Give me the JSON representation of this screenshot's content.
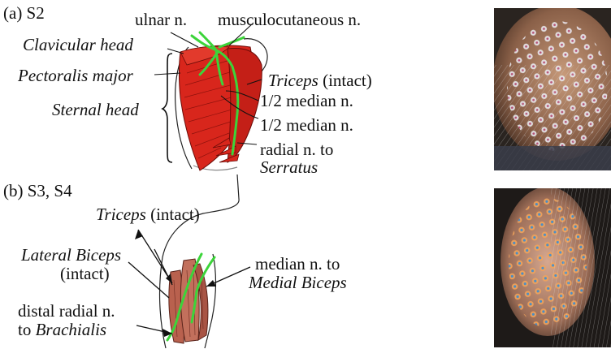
{
  "panel_a": {
    "tag": "(a) S2",
    "labels": {
      "ulnar": "ulnar n.",
      "musculocutaneous": "musculocutaneous n.",
      "clavicular_head": "Clavicular head",
      "pectoralis_major": "Pectoralis major",
      "triceps_name": "Triceps",
      "triceps_note": "(intact)",
      "median_1": "1/2 median n.",
      "sternal_head": "Sternal head",
      "median_2": "1/2 median n.",
      "radial_to": "radial n. to",
      "serratus": "Serratus"
    }
  },
  "panel_b": {
    "tag": "(b) S3, S4",
    "labels": {
      "triceps_name": "Triceps",
      "triceps_note": "(intact)",
      "lateral_biceps": "Lateral Biceps",
      "lateral_note": "(intact)",
      "median_to": "median n. to",
      "medial_biceps": "Medial Biceps",
      "distal_radial": "distal radial n.",
      "to_word": "to",
      "brachialis": "Brachialis"
    }
  },
  "colors": {
    "muscle_red": "#d8261c",
    "muscle_dark": "#a5140f",
    "nerve_green": "#3cd43a",
    "biceps_brown": "#b9614e"
  }
}
